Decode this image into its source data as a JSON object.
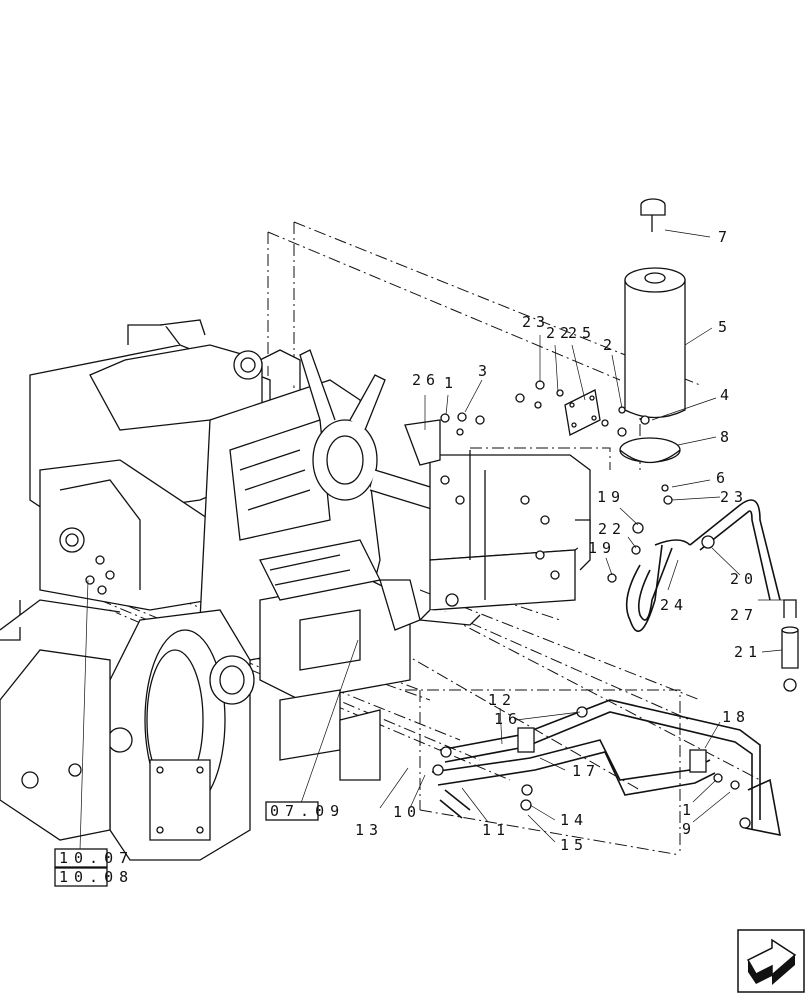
{
  "callouts": [
    "7",
    "5",
    "23",
    "22",
    "25",
    "2",
    "4",
    "26",
    "1",
    "3",
    "8",
    "6",
    "23",
    "19",
    "22",
    "19",
    "20",
    "24",
    "27",
    "21",
    "12",
    "16",
    "18",
    "17",
    "1",
    "9",
    "13",
    "10",
    "11",
    "14",
    "15"
  ],
  "references": [
    "07.09",
    "10.07",
    "10.08"
  ],
  "nav_icon": "next-page-arrow-icon"
}
